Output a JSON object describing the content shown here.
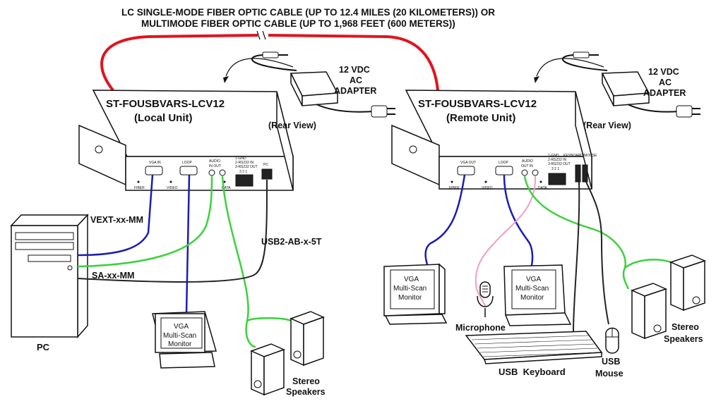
{
  "header": {
    "line1": "LC SINGLE-MODE FIBER OPTIC CABLE (UP TO 12.4 MILES (20 KILOMETERS)) OR",
    "line2": "MULTIMODE FIBER OPTIC CABLE (UP TO 1,968 FEET (600 METERS))"
  },
  "local_unit": {
    "model": "ST-FOUSBVARS-LCV12",
    "role": "(Local Unit)",
    "ports": {
      "vga": "VGA IN",
      "loop": "LOOP",
      "audio": "AUDIO",
      "audio_io": "IN  OUT",
      "pc": "PC",
      "rs232_1": "1-GND",
      "rs232_2": "2-RS232 IN",
      "rs232_3": "3-RS232 OUT",
      "pins": "3 2 1",
      "fiber": "FIBER",
      "video": "VIDEO",
      "data": "DATA"
    }
  },
  "remote_unit": {
    "model": "ST-FOUSBVARS-LCV12",
    "role": "(Remote Unit)",
    "ports": {
      "vga": "VGA OUT",
      "loop": "LOOP",
      "audio": "AUDIO",
      "audio_io": "OUT  IN",
      "kbd": "KEYBOARD/MOUSE",
      "rs232_1": "1-GND",
      "rs232_2": "2-RS232 IN",
      "rs232_3": "3-RS232 OUT",
      "pins": "3 2 1",
      "fiber": "FIBER",
      "video": "VIDEO",
      "data": "DATA"
    }
  },
  "adapter_left": {
    "line1": "12 VDC",
    "line2": "AC",
    "line3": "ADAPTER"
  },
  "adapter_right": {
    "line1": "12 VDC",
    "line2": "AC",
    "line3": "ADAPTER"
  },
  "rear_view_left": "(Rear View)",
  "rear_view_right": "(Rear View)",
  "cables": {
    "vext": "VEXT-xx-MM",
    "sa": "SA-xx-MM",
    "usb2": "USB2-AB-x-5T"
  },
  "pc_label": "PC",
  "monitor_local": {
    "line1": "VGA",
    "line2": "Multi-Scan",
    "line3": "Monitor"
  },
  "monitor_remote_a": {
    "line1": "VGA",
    "line2": "Multi-Scan",
    "line3": "Monitor"
  },
  "monitor_remote_b": {
    "line1": "VGA",
    "line2": "Multi-Scan",
    "line3": "Monitor"
  },
  "speakers_left": {
    "line1": "Stereo",
    "line2": "Speakers"
  },
  "speakers_right": {
    "line1": "Stereo",
    "line2": "Speakers"
  },
  "microphone": "Microphone",
  "keyboard": "USB  Keyboard",
  "mouse": {
    "line1": "USB",
    "line2": "Mouse"
  },
  "colors": {
    "fiber": "#e0141e",
    "vga": "#1c1cb4",
    "audio": "#3ad23a",
    "mic": "#f0a0c0",
    "usb": "#222222"
  }
}
